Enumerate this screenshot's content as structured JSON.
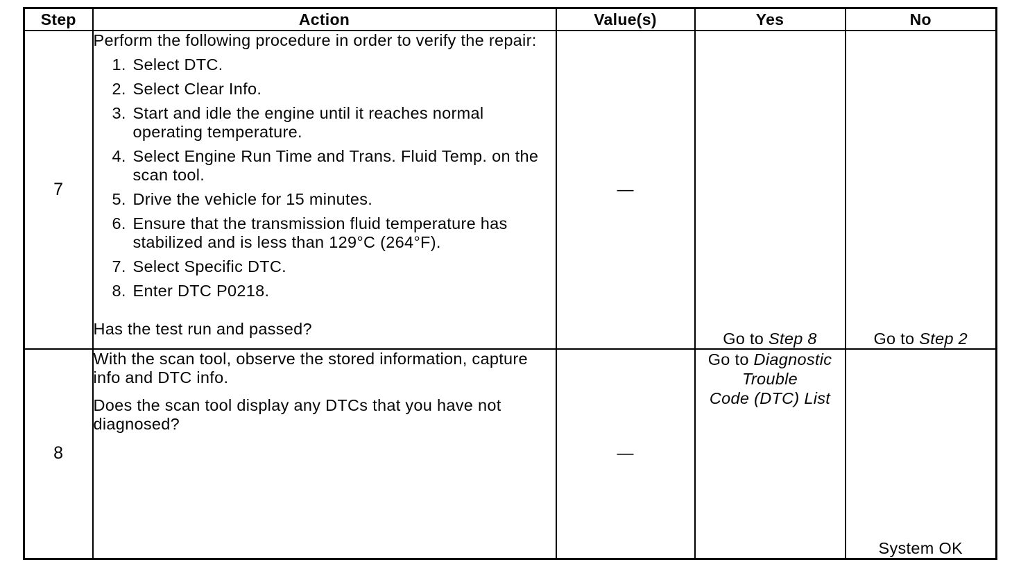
{
  "table": {
    "headers": {
      "step": "Step",
      "action": "Action",
      "values": "Value(s)",
      "yes": "Yes",
      "no": "No"
    },
    "rows": [
      {
        "step": "7",
        "action": {
          "intro": "Perform the following procedure in order to verify the repair:",
          "list": [
            {
              "num": "1.",
              "text": "Select DTC."
            },
            {
              "num": "2.",
              "text": "Select Clear Info."
            },
            {
              "num": "3.",
              "text": "Start and idle the engine until it reaches normal operating temperature."
            },
            {
              "num": "4.",
              "text": "Select Engine Run Time and Trans. Fluid Temp. on the scan tool."
            },
            {
              "num": "5.",
              "text": "Drive the vehicle for 15 minutes."
            },
            {
              "num": "6.",
              "text": "Ensure that the transmission fluid temperature has stabilized and is less than 129°C (264°F)."
            },
            {
              "num": "7.",
              "text": "Select Specific DTC."
            },
            {
              "num": "8.",
              "text": "Enter DTC P0218."
            }
          ],
          "question": "Has the test run and passed?"
        },
        "values": "—",
        "yes": {
          "prefix": "Go to",
          "target": "Step 8"
        },
        "no": {
          "prefix": "Go to",
          "target": "Step 2"
        }
      },
      {
        "step": "8",
        "action": {
          "paragraphs": [
            "With the scan tool, observe the stored information, capture info and DTC info.",
            "Does the scan tool display any DTCs that you have not diagnosed?"
          ]
        },
        "values": "—",
        "yes": {
          "prefix": "Go to",
          "target": "Diagnostic Trouble Code (DTC) List",
          "target_lines": [
            "Diagnostic",
            "Trouble",
            "Code (DTC) List"
          ]
        },
        "no": {
          "text": "System OK"
        }
      }
    ]
  }
}
